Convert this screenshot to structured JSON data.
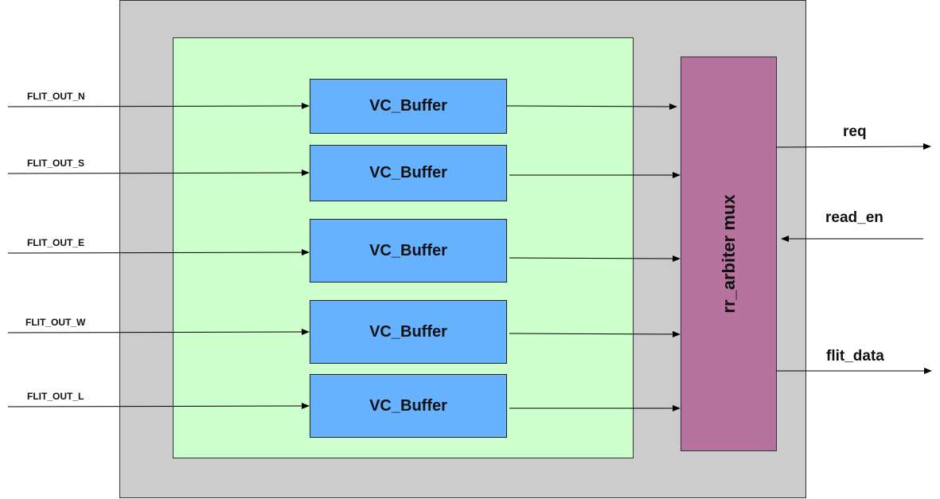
{
  "inputs": [
    {
      "label": "FLIT_OUT_N"
    },
    {
      "label": "FLIT_OUT_S"
    },
    {
      "label": "FLIT_OUT_E"
    },
    {
      "label": "FLIT_OUT_W"
    },
    {
      "label": "FLIT_OUT_L"
    }
  ],
  "buffers": [
    {
      "label": "VC_Buffer"
    },
    {
      "label": "VC_Buffer"
    },
    {
      "label": "VC_Buffer"
    },
    {
      "label": "VC_Buffer"
    },
    {
      "label": "VC_Buffer"
    }
  ],
  "arbiter": {
    "label": "rr_arbiter mux"
  },
  "ports": {
    "req": "req",
    "read_en": "read_en",
    "flit_data": "flit_data"
  },
  "colors": {
    "outer_block": "#cccccc",
    "buffer_region": "#ccffcc",
    "vc_buffer": "#66b2ff",
    "arbiter": "#b5739d",
    "wire": "#000000"
  }
}
